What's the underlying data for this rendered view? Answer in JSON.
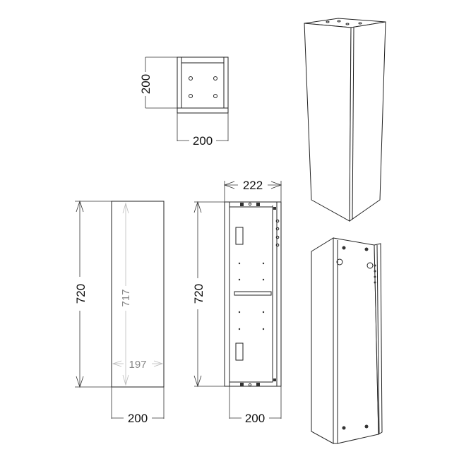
{
  "top_view": {
    "depth_label": "200",
    "width_label": "200"
  },
  "front_view": {
    "height_label": "720",
    "inner_height_label": "717",
    "inner_width_label": "197",
    "width_label": "200"
  },
  "back_view": {
    "overall_width_label": "222",
    "height_label": "720",
    "width_label": "200"
  },
  "colors": {
    "line": "#222222",
    "secondary_dimension": "#888888"
  }
}
